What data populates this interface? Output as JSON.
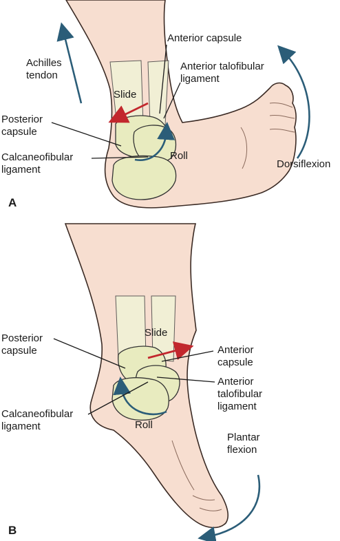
{
  "panel_a": {
    "letter": "A",
    "achilles": [
      "Achilles",
      "tendon"
    ],
    "anterior_capsule": "Anterior capsule",
    "anterior_talofibular": [
      "Anterior talofibular",
      "ligament"
    ],
    "slide": "Slide",
    "posterior_capsule": [
      "Posterior",
      "capsule"
    ],
    "calcaneofibular": [
      "Calcaneofibular",
      "ligament"
    ],
    "roll": "Roll",
    "motion": "Dorsiflexion"
  },
  "panel_b": {
    "letter": "B",
    "posterior_capsule": [
      "Posterior",
      "capsule"
    ],
    "slide": "Slide",
    "anterior_capsule": [
      "Anterior",
      "capsule"
    ],
    "anterior_talofibular": [
      "Anterior",
      "talofibular",
      "ligament"
    ],
    "calcaneofibular": [
      "Calcaneofibular",
      "ligament"
    ],
    "roll": "Roll",
    "motion": [
      "Plantar",
      "flexion"
    ]
  },
  "colors": {
    "skin": "#f7ded0",
    "bone": "#e8ebbf",
    "motion_arrow": "#2b5d78",
    "slide_arrow": "#c2272d"
  }
}
